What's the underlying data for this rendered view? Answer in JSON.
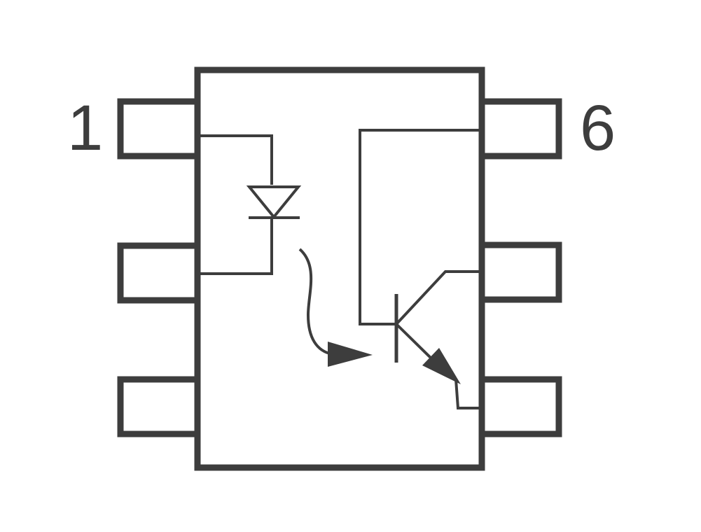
{
  "diagram": {
    "pin_labels": {
      "first": "1",
      "last": "6"
    },
    "colors": {
      "line": "#3d3d3d",
      "background": "#ffffff"
    },
    "components": [
      "package-outline",
      "led-icon",
      "light-emission-arrow-icon",
      "phototransistor-icon"
    ]
  }
}
